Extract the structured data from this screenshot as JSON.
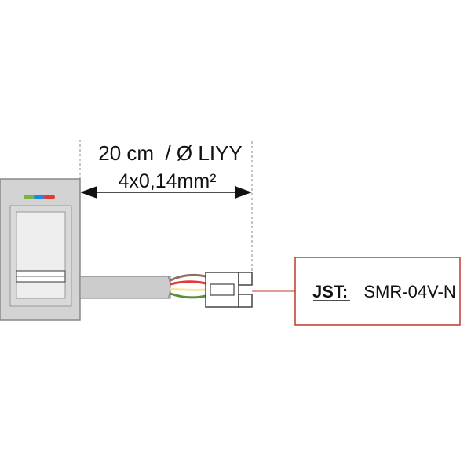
{
  "dimension": {
    "line1": "20 cm  / Ø LIYY",
    "line2": "4x0,14mm²"
  },
  "callout": {
    "label_bold": "JST:",
    "label_value": "SMR-04V-N",
    "border_color": "#c0392b"
  },
  "device": {
    "led_colors": [
      "#7cb342",
      "#1e88e5",
      "#e53935"
    ]
  },
  "wire_colors": [
    "#8d6e63",
    "#e53935",
    "#f5e6a0",
    "#5a8f3c"
  ]
}
